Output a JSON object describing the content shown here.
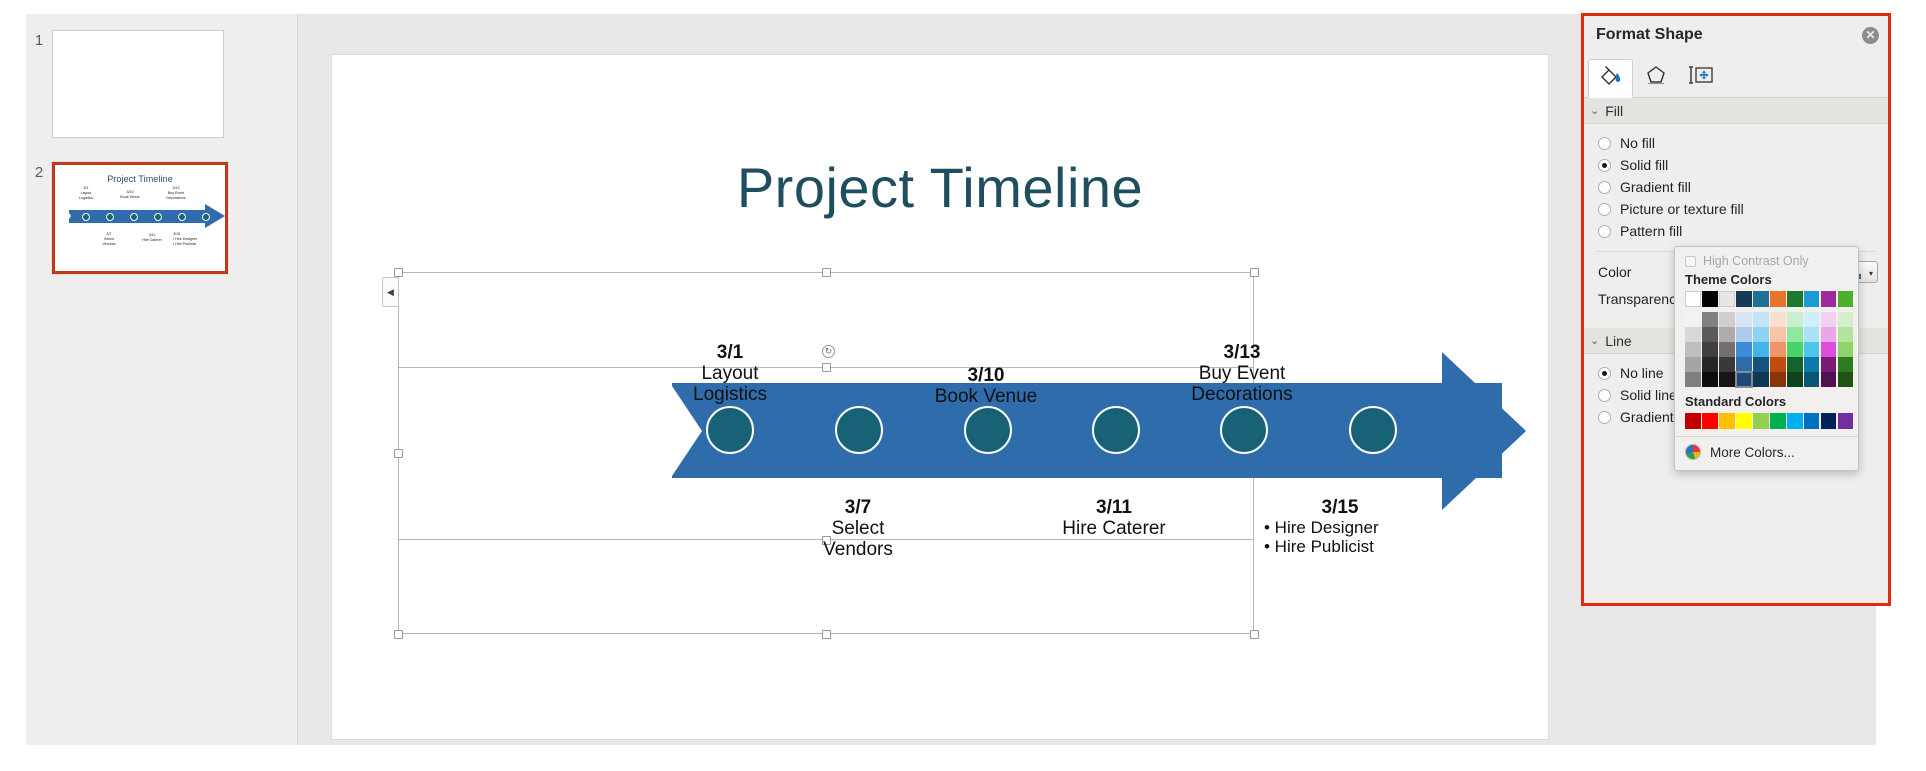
{
  "thumbnails": {
    "slides": [
      {
        "number": "1",
        "selected": false,
        "blank": true
      },
      {
        "number": "2",
        "selected": true,
        "blank": false,
        "title": "Project Timeline"
      }
    ]
  },
  "slide": {
    "title": "Project Timeline",
    "title_color": "#1f4e5f",
    "arrow_color": "#2f6cab",
    "node_color": "#176277",
    "milestones": [
      {
        "date": "3/1",
        "label": "Layout\nLogistics",
        "position": "above"
      },
      {
        "date": "3/7",
        "label": "Select\nVendors",
        "position": "below"
      },
      {
        "date": "3/10",
        "label": "Book Venue",
        "position": "above"
      },
      {
        "date": "3/11",
        "label": "Hire Caterer",
        "position": "below"
      },
      {
        "date": "3/13",
        "label": "Buy Event\nDecorations",
        "position": "above"
      },
      {
        "date": "3/15",
        "label": "",
        "position": "below",
        "bullets": [
          "Hire Designer",
          "Hire Publicist"
        ]
      }
    ],
    "labels": {
      "m1_date": "3/1",
      "m1_l1": "Layout",
      "m1_l2": "Logistics",
      "m2_date": "3/7",
      "m2_l1": "Select",
      "m2_l2": "Vendors",
      "m3_date": "3/10",
      "m3_l1": "Book Venue",
      "m4_date": "3/11",
      "m4_l1": "Hire Caterer",
      "m5_date": "3/13",
      "m5_l1": "Buy Event",
      "m5_l2": "Decorations",
      "m6_date": "3/15",
      "m6_b1": "• Hire Designer",
      "m6_b2": "• Hire Publicist"
    }
  },
  "format_panel": {
    "title": "Format Shape",
    "close_icon": "✕",
    "border_color": "#e02b10",
    "tabs": [
      {
        "name": "fill-and-line",
        "icon": "paint-bucket-icon",
        "active": true
      },
      {
        "name": "effects",
        "icon": "pentagon-icon",
        "active": false
      },
      {
        "name": "size-layout",
        "icon": "size-layout-icon",
        "active": false
      }
    ],
    "fill": {
      "section_title": "Fill",
      "chevron": "⌄",
      "options": [
        {
          "label": "No fill",
          "selected": false
        },
        {
          "label": "Solid fill",
          "selected": true
        },
        {
          "label": "Gradient fill",
          "selected": false
        },
        {
          "label": "Picture or texture fill",
          "selected": false
        },
        {
          "label": "Pattern fill",
          "selected": false
        }
      ],
      "color_label": "Color",
      "transparency_label": "Transparency",
      "current_fill_color": "#2f6cab"
    },
    "line": {
      "section_title": "Line",
      "chevron": "⌄",
      "options": [
        {
          "label": "No line",
          "selected": true
        },
        {
          "label": "Solid line",
          "selected": false
        },
        {
          "label": "Gradient lin",
          "selected": false
        }
      ]
    }
  },
  "color_dropdown": {
    "high_contrast_label": "High Contrast Only",
    "high_contrast_checked": false,
    "theme_colors_label": "Theme Colors",
    "standard_colors_label": "Standard Colors",
    "more_colors_label": "More Colors...",
    "theme_base": [
      "#ffffff",
      "#000000",
      "#e7e6e6",
      "#163a54",
      "#1f6f99",
      "#e8732a",
      "#1d7a2b",
      "#1c9ad6",
      "#9e2a9e",
      "#4caf2e"
    ],
    "theme_shades": [
      [
        "#f2f2f2",
        "#808080",
        "#d0cece",
        "#d6e4f3",
        "#c3e3f7",
        "#fbdfd0",
        "#c9efd0",
        "#cfeefb",
        "#f2d0f2",
        "#d5efcc"
      ],
      [
        "#d8d8d8",
        "#5a5a5a",
        "#afabab",
        "#aecbee",
        "#8fd3f2",
        "#f7c4a6",
        "#8ee89e",
        "#a8e3f7",
        "#e8a8e8",
        "#b4e39c"
      ],
      [
        "#bfbfbf",
        "#3f3f3f",
        "#757070",
        "#3d8ad6",
        "#3fb5e8",
        "#f0956a",
        "#47d46a",
        "#4fc5ee",
        "#d94fd9",
        "#8fd46a"
      ],
      [
        "#a5a5a5",
        "#262626",
        "#3a3838",
        "#2f6cab",
        "#17527a",
        "#c14a11",
        "#14632a",
        "#0d7aa8",
        "#7a1b7a",
        "#2e7a1f"
      ],
      [
        "#7f7f7f",
        "#0d0d0d",
        "#171515",
        "#1d4a7a",
        "#0c3a55",
        "#8a340c",
        "#0d441c",
        "#0a5676",
        "#521252",
        "#1f5415"
      ]
    ],
    "selected_swatch": {
      "row": 4,
      "col": 3
    },
    "standard_colors": [
      "#c00000",
      "#ff0000",
      "#ffc000",
      "#ffff00",
      "#92d050",
      "#00b050",
      "#00b0f0",
      "#0070c0",
      "#002060",
      "#7030a0"
    ]
  }
}
